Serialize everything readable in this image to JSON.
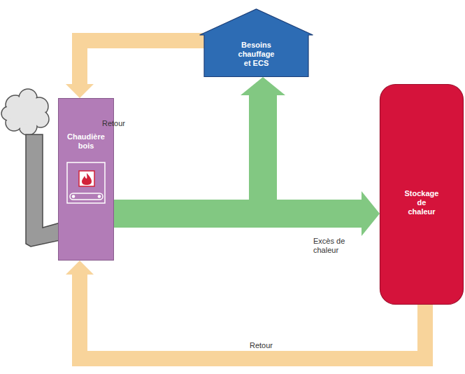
{
  "diagram": {
    "nodes": [
      {
        "text": [
          "Besoins chauffage et ECS"
        ]
      },
      {
        "text": [
          "Chaudière bois"
        ]
      },
      {
        "text": [
          "Stockage de chaleur"
        ]
      }
    ],
    "edges": [
      {
        "from": 1,
        "to": 0,
        "arrow": "to"
      },
      {
        "from": 1,
        "to": 2,
        "arrow": "to",
        "label": "Excès de chaleur"
      },
      {
        "from": 0,
        "to": 1,
        "arrow": "to",
        "label": "Retour"
      },
      {
        "from": 2,
        "to": 1,
        "arrow": "to",
        "label": "Retour"
      }
    ]
  }
}
